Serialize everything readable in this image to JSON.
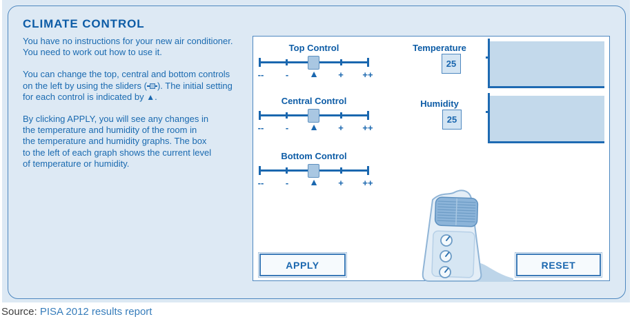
{
  "colors": {
    "page_bg": "#dde9f4",
    "frame_border": "#4d87bf",
    "title_blue": "#0d5ca6",
    "text_blue": "#1a6ab0",
    "track_blue": "#1a67af",
    "handle_fill": "#a9c7e2",
    "graph_fill": "#c3d9eb",
    "graph_axis": "#1e6ab2",
    "value_box_fill": "#d4e5f3",
    "button_bg": "#f6fafd",
    "link_blue": "#377dbb"
  },
  "title": "CLIMATE CONTROL",
  "instructions": {
    "p1": "You have no instructions for your new air conditioner.\nYou need to work out how to use it.",
    "p2_before_icon": "You can change the top, central and bottom controls\non the left by using the sliders (",
    "p2_after_icon": "). The initial setting\nfor each control is indicated by ",
    "p2_marker": "▲",
    "p2_end": ".",
    "p3": "By clicking APPLY, you will see any changes in\nthe temperature and humidity of the room in\nthe temperature and humidity graphs. The box\nto the left of each graph shows the current level\nof temperature or humidity."
  },
  "sliders": [
    {
      "label": "Top Control"
    },
    {
      "label": "Central Control"
    },
    {
      "label": "Bottom Control"
    }
  ],
  "scale_labels": [
    "--",
    "-",
    "+",
    "++"
  ],
  "initial_marker": "▲",
  "readouts": {
    "temperature": {
      "label": "Temperature",
      "value": "25"
    },
    "humidity": {
      "label": "Humidity",
      "value": "25"
    }
  },
  "buttons": {
    "apply": "APPLY",
    "reset": "RESET"
  },
  "source": {
    "prefix": "Source: ",
    "link_text": "PISA 2012 results report"
  }
}
